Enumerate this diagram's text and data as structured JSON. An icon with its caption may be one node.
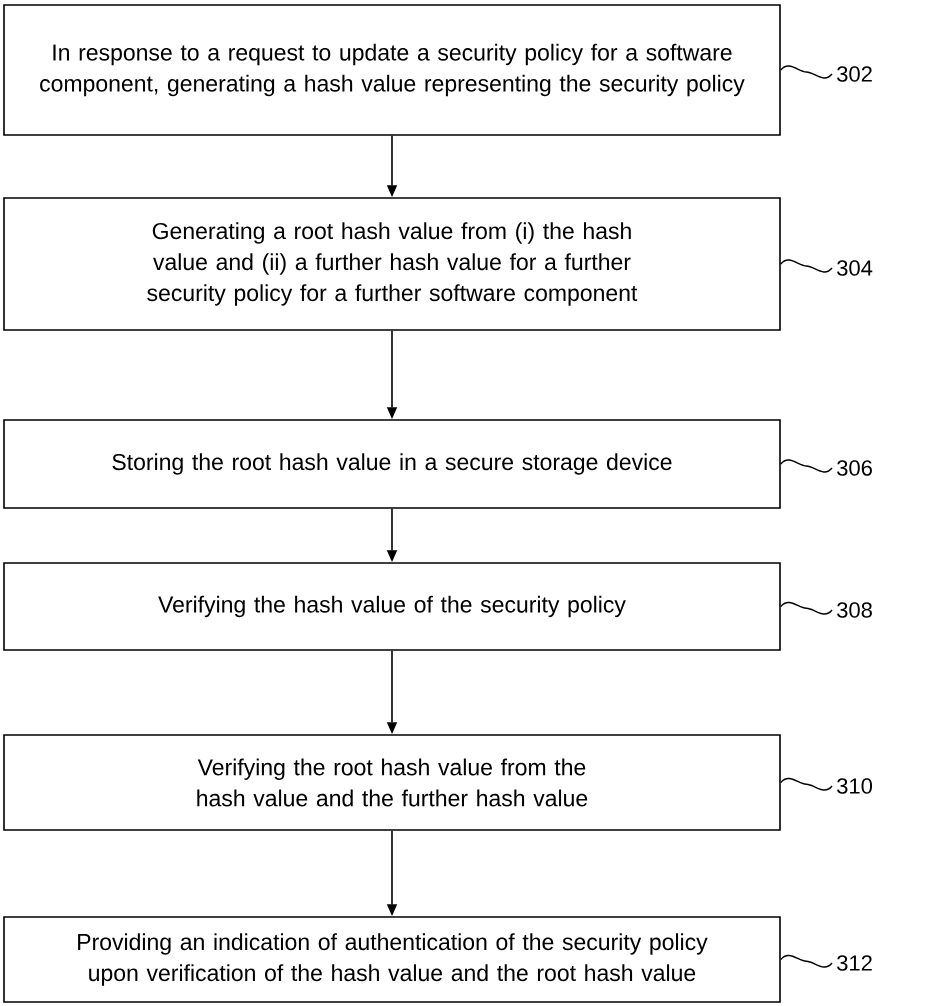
{
  "diagram": {
    "nodes": [
      {
        "text": [
          "In response to a request to update a security policy for a software component, generating a hash value representing the security policy"
        ]
      },
      {
        "text": [
          "Generating a root hash value from (i) the hash value and (ii) a further hash value for a further security policy for a further software component"
        ]
      },
      {
        "text": [
          "Storing the root hash value in a secure storage device"
        ]
      },
      {
        "text": [
          "Verifying the hash value of the security policy"
        ]
      },
      {
        "text": [
          "Verifying the root hash value from the hash value and the further hash value"
        ]
      },
      {
        "text": [
          "Providing an indication of authentication of the security policy upon verification of the hash value and the root hash value"
        ]
      },
      {
        "text": [
          "302"
        ]
      },
      {
        "text": [
          "304"
        ]
      },
      {
        "text": [
          "306"
        ]
      },
      {
        "text": [
          "308"
        ]
      },
      {
        "text": [
          "310"
        ]
      },
      {
        "text": [
          "312"
        ]
      }
    ],
    "edges": [
      {
        "from": 0,
        "to": 1,
        "arrow": "to"
      },
      {
        "from": 1,
        "to": 2,
        "arrow": "to"
      },
      {
        "from": 2,
        "to": 3,
        "arrow": "to"
      },
      {
        "from": 3,
        "to": 4,
        "arrow": "to"
      },
      {
        "from": 4,
        "to": 5,
        "arrow": "to"
      },
      {
        "from": 6,
        "to": 0,
        "arrow": "none"
      },
      {
        "from": 7,
        "to": 1,
        "arrow": "none"
      },
      {
        "from": 8,
        "to": 2,
        "arrow": "none"
      },
      {
        "from": 9,
        "to": 3,
        "arrow": "none"
      },
      {
        "from": 10,
        "to": 4,
        "arrow": "none"
      },
      {
        "from": 11,
        "to": 5,
        "arrow": "none"
      }
    ]
  }
}
